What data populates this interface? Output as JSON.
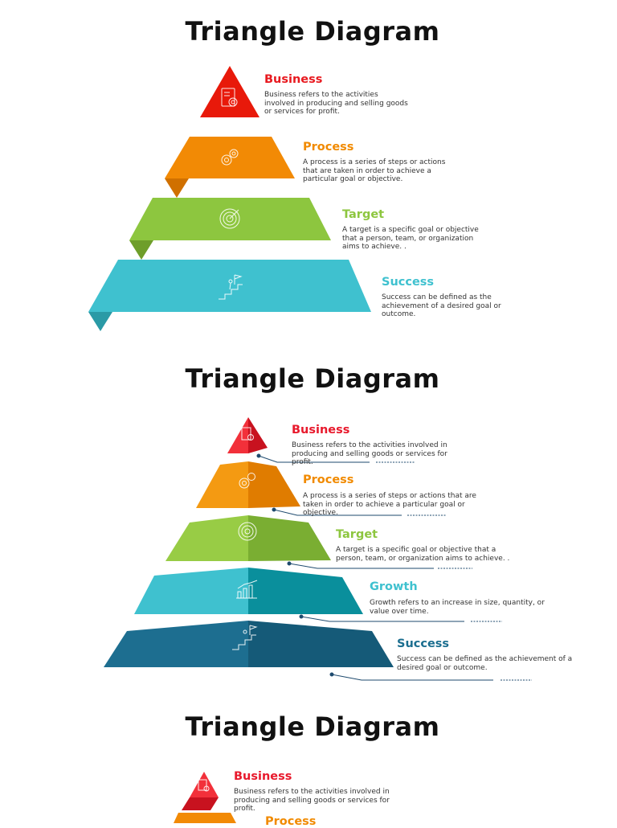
{
  "sections": [
    {
      "title": "Triangle Diagram",
      "items": [
        {
          "label": "Business",
          "color": "#e8191f",
          "desc": [
            "Business refers to the activities",
            "involved in producing and selling goods",
            "or services for profit."
          ]
        },
        {
          "label": "Process",
          "color": "#f18a00",
          "desc": [
            "A process is a series of steps or actions",
            "that are taken in order to achieve a",
            "particular goal or objective."
          ]
        },
        {
          "label": "Target",
          "color": "#8dc63f",
          "desc": [
            "A target is a specific goal or objective",
            "that a person, team, or organization",
            "aims to achieve. ."
          ]
        },
        {
          "label": "Success",
          "color": "#3fc1cf",
          "desc": [
            "Success can be defined as the",
            "achievement of a desired goal or",
            "outcome."
          ]
        }
      ]
    },
    {
      "title": "Triangle Diagram",
      "items": [
        {
          "label": "Business",
          "color": "#e8192c",
          "desc": [
            "Business refers to the activities involved in",
            "producing and selling goods or services for",
            "profit."
          ]
        },
        {
          "label": "Process",
          "color": "#f18a00",
          "desc": [
            "A process is a series of steps or actions that are",
            "taken in order to achieve a particular goal or",
            "objective."
          ]
        },
        {
          "label": "Target",
          "color": "#8dc63f",
          "desc": [
            "A target is a specific goal or objective that a",
            "person, team, or organization aims to achieve. ."
          ]
        },
        {
          "label": "Growth",
          "color": "#3fc1cf",
          "desc": [
            "Growth refers to an increase in size, quantity, or",
            "value over time."
          ]
        },
        {
          "label": "Success",
          "color": "#1b6e8f",
          "desc": [
            "Success can be defined as the achievement of a",
            "desired goal or outcome."
          ]
        }
      ]
    },
    {
      "title": "Triangle Diagram",
      "items": [
        {
          "label": "Business",
          "color": "#e8192c",
          "desc": [
            "Business refers to the activities involved in",
            "producing and selling goods or services for",
            "profit."
          ]
        },
        {
          "label": "Process",
          "color": "#f18a00",
          "desc": []
        }
      ]
    }
  ]
}
